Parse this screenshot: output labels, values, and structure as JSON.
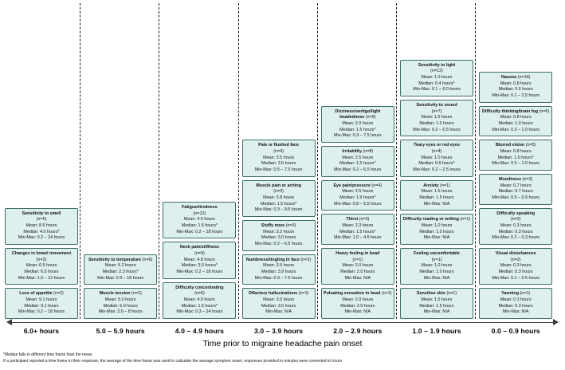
{
  "figure": {
    "axis_title": "Time prior to migraine headache pain onset",
    "columns": [
      {
        "label": "6.0+ hours",
        "boxes": [
          {
            "name": "Sensitivity to smell",
            "n": "(n=6)",
            "name_inline": false,
            "mean": "Mean: 8.5 hours",
            "median": "Median: 4.0 hours*",
            "minmax": "Min-Max: 0.2 – 24 hours"
          },
          {
            "name": "Changes in bowel movement",
            "n": "(n=2)",
            "name_inline": true,
            "mean": "Mean: 6.5 hours",
            "median": "Median: 6.5 hours",
            "minmax": "Min-Max: 1.0 – 12 hours"
          },
          {
            "name": "Loss of appetite",
            "n": "(n=2)",
            "name_inline": true,
            "mean": "Mean: 9.1 hours",
            "median": "Median: 9.1 hours",
            "minmax": "Min-Max: 0.2 – 18 hours"
          }
        ]
      },
      {
        "label": "5.0 – 5.9 hours",
        "boxes": [
          {
            "name": "Sensitivity to temperature",
            "n": "(n=6)",
            "name_inline": true,
            "mean": "Mean: 5.2 hours",
            "median": "Median: 2.3 hours*",
            "minmax": "Min-Max: 0.3 – 18 hours"
          },
          {
            "name": "Muscle tension",
            "n": "(n=2)",
            "name_inline": true,
            "mean": "Mean: 5.0 hours",
            "median": "Median: 5.0 hours",
            "minmax": "Min-Max: 2.0 – 8 hours"
          }
        ]
      },
      {
        "label": "4.0 – 4.9 hours",
        "boxes": [
          {
            "name": "Fatigue/tiredness",
            "n": "(n=12)",
            "name_inline": false,
            "mean": "Mean: 4.0 hours",
            "median": "Median: 1.5 hours*",
            "minmax": "Min-Max: 0.2 – 18 hours"
          },
          {
            "name": "Neck pain/stiffness",
            "n": "(n=9)",
            "name_inline": false,
            "mean": "Mean: 4.8 hours",
            "median": "Median: 3.0 hours*",
            "minmax": "Min-Max: 0.2 – 18 hours"
          },
          {
            "name": "Difficulty concentrating",
            "n": "(n=6)",
            "name_inline": false,
            "mean": "Mean: 4.9 hours",
            "median": "Median: 1.5 hours*",
            "minmax": "Min-Max: 0.3 – 24 hours"
          }
        ]
      },
      {
        "label": "3.0 – 3.9 hours",
        "boxes": [
          {
            "name": "Pale or flushed face",
            "n": "(n=4)",
            "name_inline": false,
            "mean": "Mean: 3.5 hours",
            "median": "Median: 3.0 hours",
            "minmax": "Min-Max: 0.5 – 7.5 hours"
          },
          {
            "name": "Muscle pain or aching",
            "n": "(n=3)",
            "name_inline": false,
            "mean": "Mean: 3.8 hours",
            "median": "Median: 1.5 hours*",
            "minmax": "Min-Max: 0.3 – 9.5 hours"
          },
          {
            "name": "Stuffy nose",
            "n": "(n=3)",
            "name_inline": true,
            "mean": "Mean: 3.2 hours",
            "median": "Median: 3.0 hours",
            "minmax": "Min-Max: 0.2 – 6.5 hours"
          },
          {
            "name": "Numbness/tingling in face",
            "n": "(n=2)",
            "name_inline": true,
            "mean": "Mean: 3.9 hours",
            "median": "Median: 3.9 hours",
            "minmax": "Min-Max: 0.3 – 7.5 hours"
          },
          {
            "name": "Olfactory hallucinations",
            "n": "(n=1)",
            "name_inline": true,
            "mean": "Mean: 3.0 hours",
            "median": "Median: 3.0 hours",
            "minmax": "Min-Max: N/A"
          }
        ]
      },
      {
        "label": "2.0 – 2.9 hours",
        "boxes": [
          {
            "name": "Dizziness/vertigo/light headedness",
            "n": "(n=9)",
            "name_inline": true,
            "mean": "Mean: 2.0 hours",
            "median": "Median: 1.5 hours*",
            "minmax": "Min-Max: 0.3 – 7.5 hours"
          },
          {
            "name": "Irritability",
            "n": "(n=8)",
            "name_inline": true,
            "mean": "Mean: 2.5 hours",
            "median": "Median: 1.5 hours*",
            "minmax": "Min-Max: 0.2 – 6.5 hours"
          },
          {
            "name": "Eye pain/pressure",
            "n": "(n=4)",
            "name_inline": true,
            "mean": "Mean: 2.5 hours",
            "median": "Median: 1.9 hours*",
            "minmax": "Min-Max: 0.8 – 5.5 hours"
          },
          {
            "name": "Thirst",
            "n": "(n=3)",
            "name_inline": true,
            "mean": "Mean: 2.3 hours",
            "median": "Median: 1.5 hours*",
            "minmax": "Min-Max: 1.0 – 4.5 hours"
          },
          {
            "name": "Heavy feeling in head",
            "n": "(n=1)",
            "name_inline": false,
            "mean": "Mean: 2.0 hours",
            "median": "Median: 2.0 hours",
            "minmax": "Min-Max: N/A"
          },
          {
            "name": "Pulsating sensation in head",
            "n": "(n=1)",
            "name_inline": true,
            "mean": "Mean: 2.0 hours",
            "median": "Median: 2.0 hours",
            "minmax": "Min-Max: N/A"
          }
        ]
      },
      {
        "label": "1.0 – 1.9 hours",
        "boxes": [
          {
            "name": "Sensitivity to light",
            "n": "(n=12)",
            "name_inline": false,
            "mean": "Mean: 1.0 hours",
            "median": "Median: 0.4 hours*",
            "minmax": "Min-Max: 0.1 – 6.0 hours"
          },
          {
            "name": "Sensitivity to sound",
            "n": "(n=7)",
            "name_inline": false,
            "mean": "Mean: 1.5 hours",
            "median": "Median: 1.0 hours",
            "minmax": "Min-Max: 0.2 – 6.5 hours"
          },
          {
            "name": "Teary eyes or red eyes",
            "n": "(n=4)",
            "name_inline": false,
            "mean": "Mean: 1.0 hours",
            "median": "Median: 0.6 hours*",
            "minmax": "Min-Max: 0.2 – 2.5 hours"
          },
          {
            "name": "Anxiety",
            "n": "(n=1)",
            "name_inline": true,
            "mean": "Mean: 1.5 hours",
            "median": "Median: 1.5 hours",
            "minmax": "Min-Max: N/A"
          },
          {
            "name": "Difficulty reading or writing",
            "n": "(n=1)",
            "name_inline": true,
            "mean": "Mean: 1.0 hours",
            "median": "Median: 1.0 hours",
            "minmax": "Min-Max: N/A"
          },
          {
            "name": "Feeling uncomfortable",
            "n": "(n=1)",
            "name_inline": false,
            "mean": "Mean: 1.0 hours",
            "median": "Median: 1.0 hours",
            "minmax": "Min-Max: N/A"
          },
          {
            "name": "Sensitive skin",
            "n": "(n=1)",
            "name_inline": true,
            "mean": "Mean: 1.5 hours",
            "median": "Median: 1.5 hours",
            "minmax": "Min-Max: N/A"
          }
        ]
      },
      {
        "label": "0.0 – 0.9 hours",
        "boxes": [
          {
            "name": "Nausea",
            "n": "(n=14)",
            "name_inline": true,
            "mean": "Mean: 0.8 hours",
            "median": "Median: 0.6 hours",
            "minmax": "Min-Max: 0.1 – 2.5 hours"
          },
          {
            "name": "Difficulty thinking/brain fog",
            "n": "(n=6)",
            "name_inline": true,
            "mean": "Mean: 0.8 hours",
            "median": "Median: 1.0 hours",
            "minmax": "Min-Max: 0.3 – 1.0 hours"
          },
          {
            "name": "Blurred vision",
            "n": "(n=5)",
            "name_inline": true,
            "mean": "Mean: 0.8 hours",
            "median": "Median: 1.0 hours*",
            "minmax": "Min-Max: 0.5 – 1.0 hours"
          },
          {
            "name": "Moodiness",
            "n": "(n=2)",
            "name_inline": true,
            "mean": "Mean: 0.7 hours",
            "median": "Median: 0.7 hours",
            "minmax": "Min-Max: 0.5 – 0.9 hours"
          },
          {
            "name": "Difficulty speaking",
            "n": "(n=2)",
            "name_inline": false,
            "mean": "Mean: 0.3 hours",
            "median": "Median: 0.3 hours",
            "minmax": "Min-Max: 0.2 – 0.3 hours"
          },
          {
            "name": "Visual disturbances",
            "n": "(n=2)",
            "name_inline": false,
            "mean": "Mean: 0.3 hours",
            "median": "Median: 0.3 hours",
            "minmax": "Min-Max: 0.1 – 0.5 hours"
          },
          {
            "name": "Yawning",
            "n": "(n=1)",
            "name_inline": true,
            "mean": "Mean: 0.3 hours",
            "median": "Median: 0.3 hours",
            "minmax": "Min-Max: N/A"
          }
        ]
      }
    ],
    "footnotes": [
      "*Median falls in different time frame than the mean",
      "If a participant reported a time frame in their response, the average of the time frame was used to calculate the average symptom onset; responses provided in minutes were converted to hours"
    ],
    "colors": {
      "box_fill": "#ddf0ee",
      "box_border": "#3c6d68",
      "axis": "#3a3a3a"
    }
  }
}
